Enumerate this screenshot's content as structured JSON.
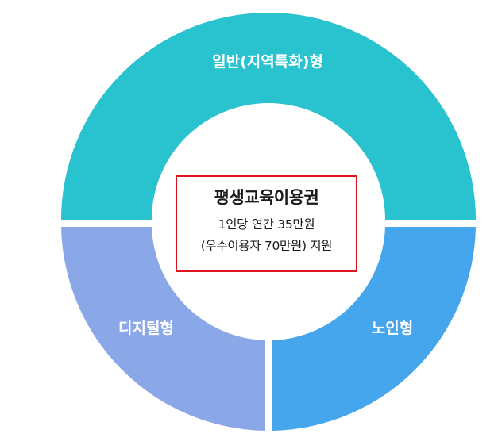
{
  "segments": [
    {
      "label": "일반(지역특화)형",
      "color": "#29c2cf"
    },
    {
      "label": "디지털형",
      "color": "#8aa7e8"
    },
    {
      "label": "노인형",
      "color": "#45a6ee"
    }
  ],
  "center": {
    "title": "평생교육이용권",
    "line1": "1인당 연간  35만원",
    "line2": "(우수이용자 70만원) 지원"
  },
  "colors": {
    "border": "#e0141e",
    "background": "#ffffff"
  }
}
